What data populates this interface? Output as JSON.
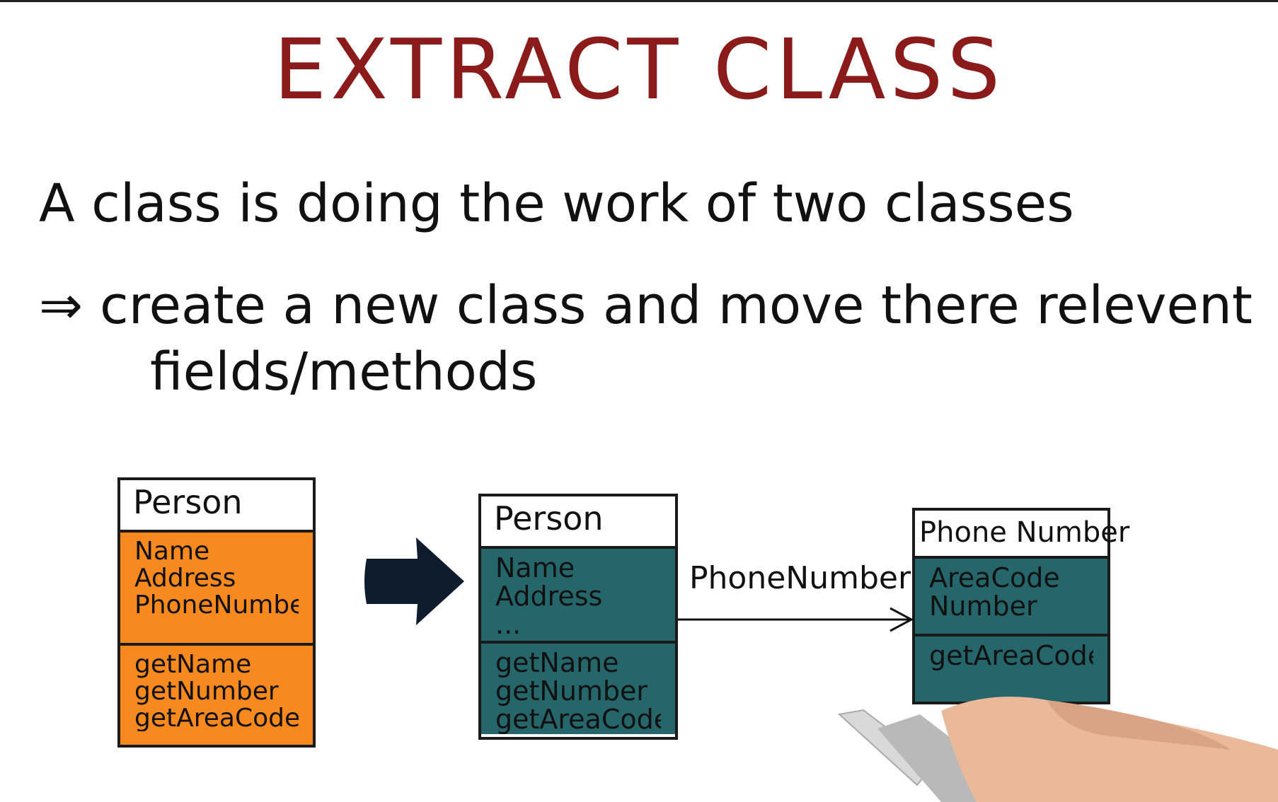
{
  "title": "EXTRACT CLASS",
  "problem": "A class is doing the work of two classes",
  "solution": {
    "symbol": "⇒",
    "text": "create a new class and move there relevent",
    "continuation": "fields/methods"
  },
  "colors": {
    "title": "#8b1a1a",
    "original_class_fill": "#f7891f",
    "extracted_class_fill": "#25666b",
    "arrow_fill": "#0f1c2e"
  },
  "before": {
    "name": "Person",
    "attributes": [
      "Name",
      "Address",
      "PhoneNumber"
    ],
    "methods": [
      "getName",
      "getNumber",
      "getAreaCode"
    ]
  },
  "transform_icon": "right-arrow-icon",
  "after": {
    "person": {
      "name": "Person",
      "attributes": [
        "Name",
        "Address",
        "..."
      ],
      "methods": [
        "getName",
        "getNumber",
        "getAreaCode"
      ]
    },
    "association_label": "PhoneNumber",
    "phone_number": {
      "name": "Phone Number",
      "attributes": [
        "AreaCode",
        "Number"
      ],
      "methods": [
        "getAreaCode"
      ]
    }
  },
  "decorations": [
    "hand-with-marker-icon"
  ]
}
